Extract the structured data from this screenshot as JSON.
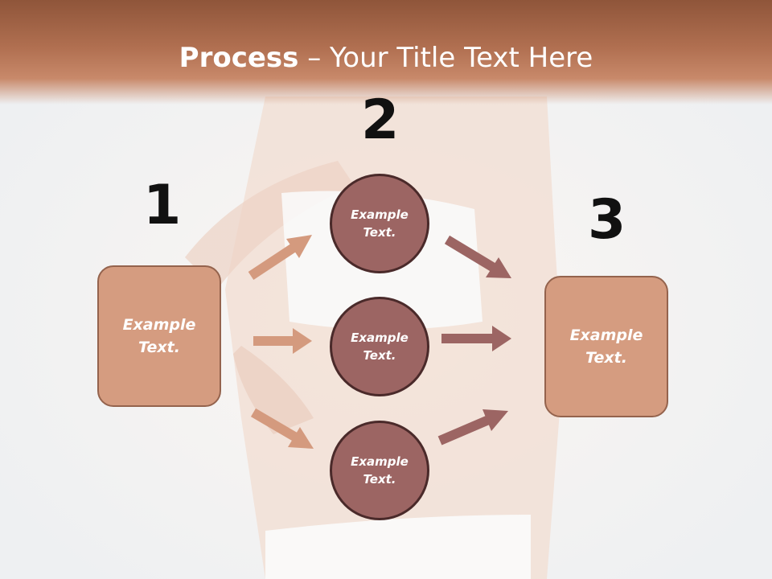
{
  "title": {
    "bold": "Process",
    "dash": " – ",
    "rest": "Your Title Text Here"
  },
  "steps": [
    {
      "number": "1",
      "box_text": "Example\nText."
    },
    {
      "number": "2"
    },
    {
      "number": "3",
      "box_text": "Example\nText."
    }
  ],
  "circles": [
    {
      "text": "Example\nText."
    },
    {
      "text": "Example\nText."
    },
    {
      "text": "Example\nText."
    }
  ],
  "colors": {
    "title_band": "#a8664a",
    "box_fill": "#d59c80",
    "circle_fill": "#9c6563",
    "left_arrow": "#d49a7e",
    "right_arrow": "#9c6563"
  }
}
